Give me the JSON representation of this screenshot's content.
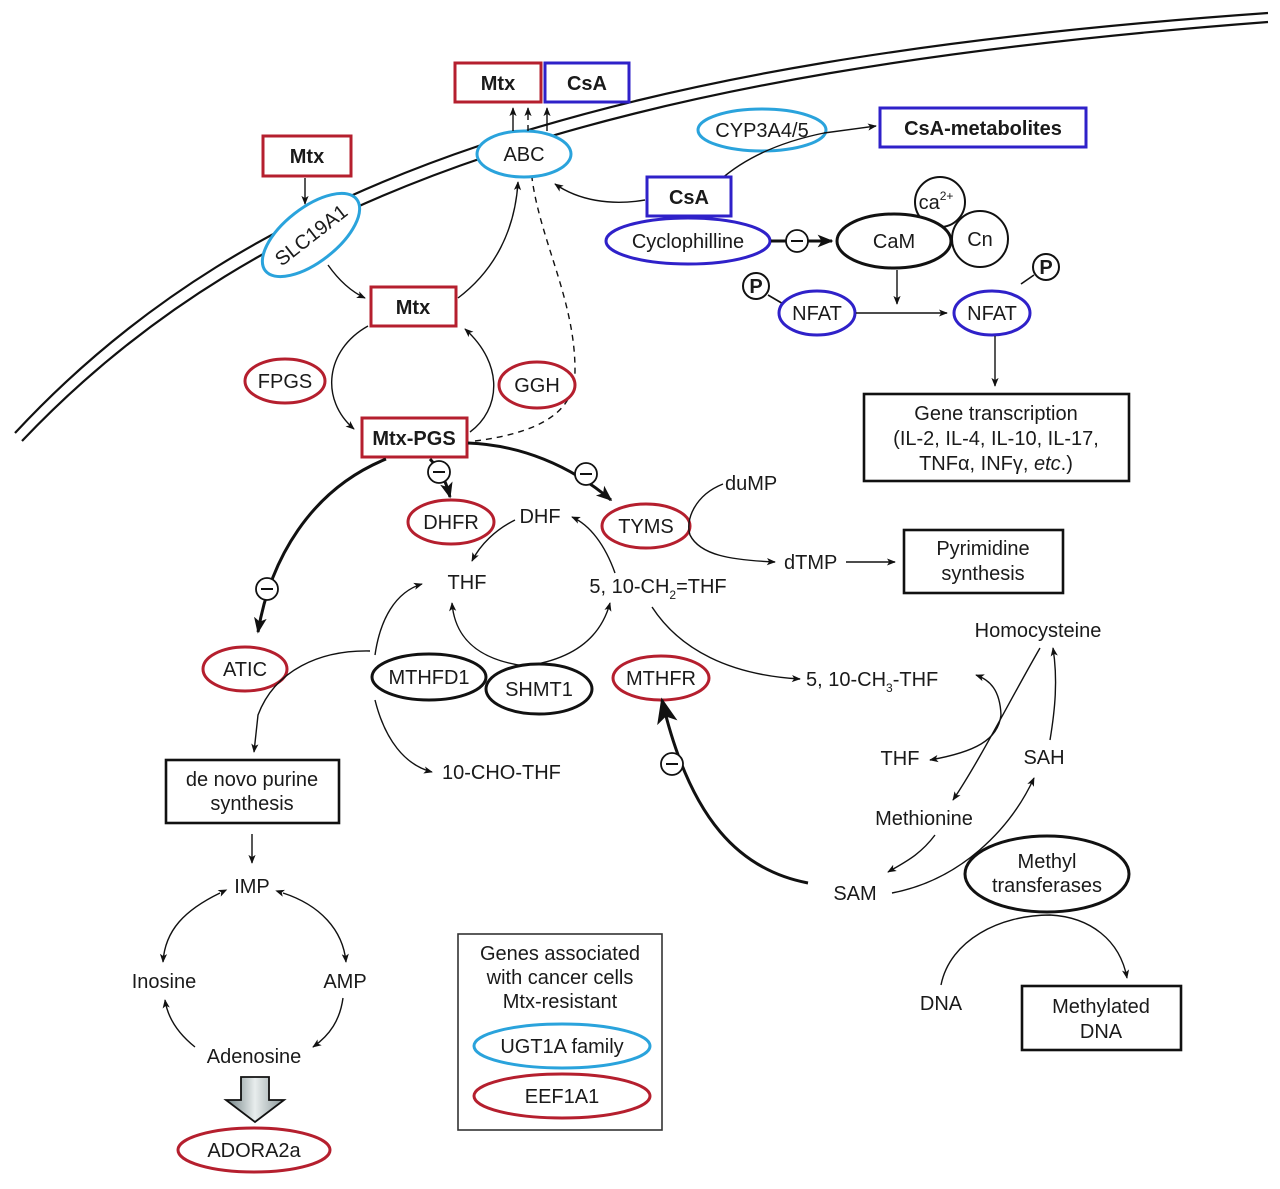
{
  "colors": {
    "mtx_red": "#b51f2e",
    "csa_blue": "#2f21c9",
    "transporter_cyan": "#2aa3dc",
    "neutral_black": "#111111"
  },
  "membrane": {
    "transporters": {
      "slc": "SLC19A1",
      "abc": "ABC"
    }
  },
  "drugs": {
    "mtx_extracellular": "Mtx",
    "mtx_efflux": "Mtx",
    "csa_efflux": "CsA",
    "mtx_intracellular": "Mtx",
    "mtx_pgs": "Mtx-PGS",
    "csa": "CsA",
    "csa_metabolites": "CsA-metabolites"
  },
  "enzymes": {
    "cyp": "CYP3A4/5",
    "fpgs": "FPGS",
    "ggh": "GGH",
    "dhfr": "DHFR",
    "tyms": "TYMS",
    "atic": "ATIC",
    "mthfd1": "MTHFD1",
    "shmt1": "SHMT1",
    "mthfr": "MTHFR",
    "methyltransferases_line1": "Methyl",
    "methyltransferases_line2": "transferases",
    "adora2a": "ADORA2a"
  },
  "calcineurin": {
    "cyclophilline": "Cyclophilline",
    "cam": "CaM",
    "ca": "ca",
    "ca_sup": "2+",
    "cn": "Cn",
    "nfat_p": "NFAT",
    "nfat": "NFAT",
    "phospho": "P",
    "inhibit_symbol": "–"
  },
  "gene_transcription": {
    "line1": "Gene transcription",
    "line2": "(IL-2, IL-4, IL-10, IL-17,",
    "line3_a": "TNFα, INFγ, ",
    "line3_etc": "etc",
    "line3_b": ".)"
  },
  "folate": {
    "dhf": "DHF",
    "thf": "THF",
    "ch2thf_a": "5, 10-CH",
    "ch2thf_sub": "2",
    "ch2thf_b": "=THF",
    "dump": "duMP",
    "dtmp": "dTMP",
    "pyrimidine_line1": "Pyrimidine",
    "pyrimidine_line2": "synthesis",
    "ch3thf_a": "5, 10-CH",
    "ch3thf_sub": "3",
    "ch3thf_b": "-THF",
    "cho_thf": "10-CHO-THF",
    "thf2": "THF"
  },
  "methionine_cycle": {
    "homocysteine": "Homocysteine",
    "methionine": "Methionine",
    "sam": "SAM",
    "sah": "SAH",
    "dna": "DNA",
    "methylated_line1": "Methylated",
    "methylated_line2": "DNA"
  },
  "purine": {
    "denovo_line1": "de novo purine",
    "denovo_line2": "synthesis",
    "imp": "IMP",
    "inosine": "Inosine",
    "amp": "AMP",
    "adenosine": "Adenosine"
  },
  "legend": {
    "line1": "Genes associated",
    "line2": "with cancer cells",
    "line3": "Mtx-resistant",
    "item_cyan": "UGT1A family",
    "item_red": "EEF1A1"
  }
}
